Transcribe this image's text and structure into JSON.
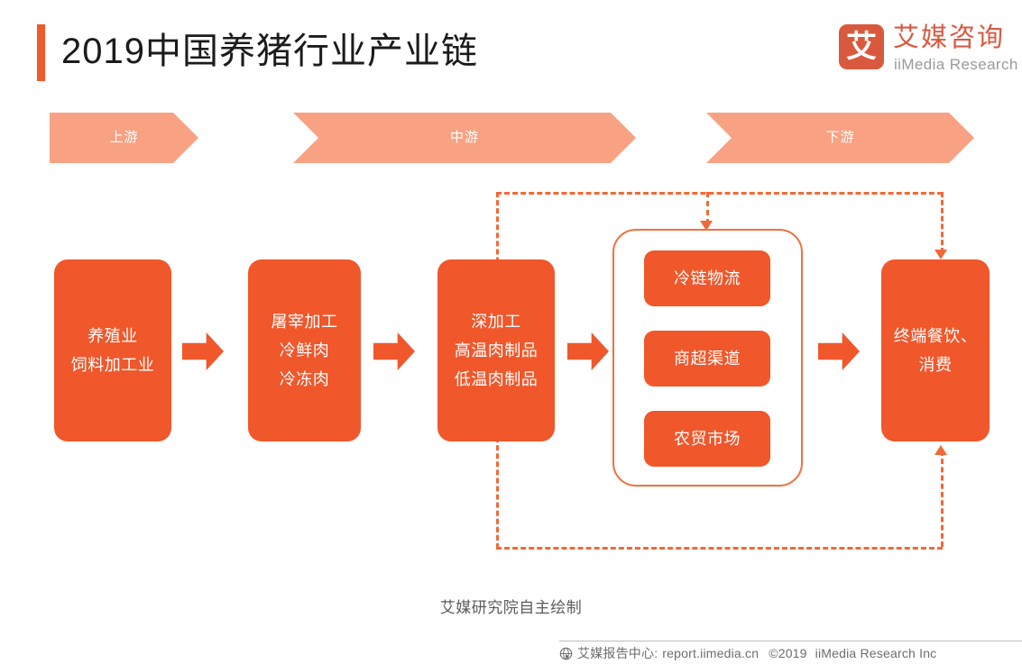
{
  "header": {
    "title": "2019中国养猪行业产业链",
    "accent_color": "#F05A2D",
    "logo": {
      "mark_char": "艾",
      "name_cn": "艾媒咨询",
      "name_en": "iiMedia Research",
      "brand_color": "#D9593F"
    }
  },
  "stages": [
    {
      "label": "上游",
      "color": "#F9A183"
    },
    {
      "label": "中游",
      "color": "#F9A183"
    },
    {
      "label": "下游",
      "color": "#F9A183"
    }
  ],
  "flow": {
    "box_color": "#F0572B",
    "arrow_color": "#F0572B",
    "dashed_color": "#EF6A37",
    "boxes": [
      {
        "name": "farming",
        "lines": [
          "养殖业",
          "饲料加工业"
        ]
      },
      {
        "name": "slaughter",
        "lines": [
          "屠宰加工",
          "冷鲜肉",
          "冷冻肉"
        ]
      },
      {
        "name": "deep-processing",
        "lines": [
          "深加工",
          "高温肉制品",
          "低温肉制品"
        ]
      },
      {
        "name": "terminal",
        "lines": [
          "终端餐饮、",
          "消费"
        ]
      }
    ],
    "channel_group": {
      "name": "distribution-channels",
      "items": [
        "冷链物流",
        "商超渠道",
        "农贸市场"
      ]
    }
  },
  "footer": {
    "source": "艾媒研究院自主绘制",
    "report_center": "艾媒报告中心:",
    "url": "report.iimedia.cn",
    "copyright": "©2019",
    "company": "iiMedia Research Inc"
  }
}
